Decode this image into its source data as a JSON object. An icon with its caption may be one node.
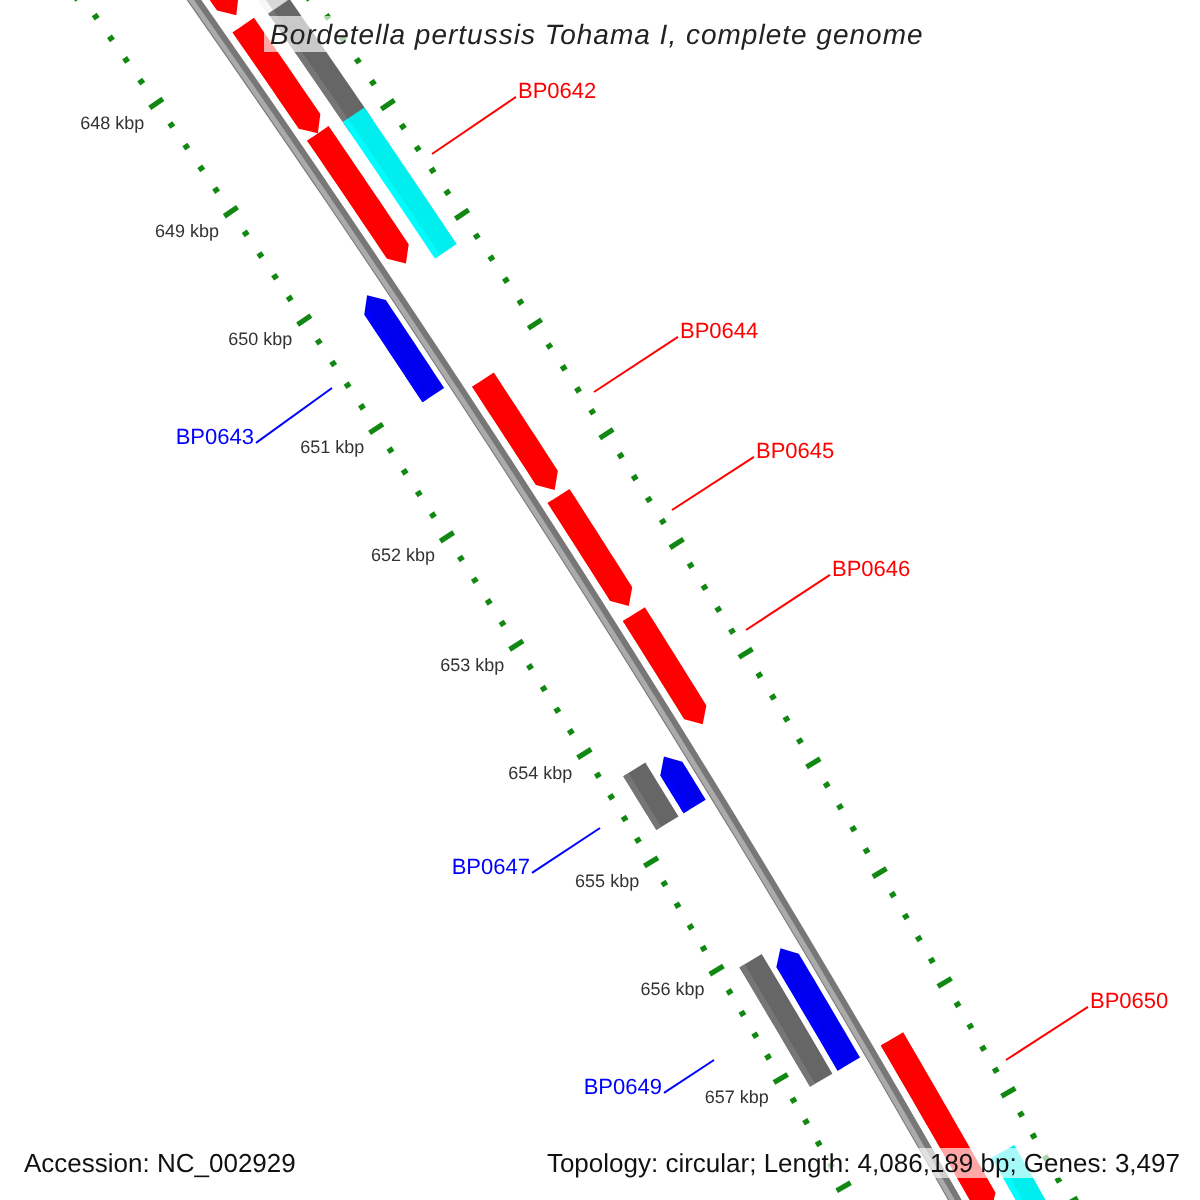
{
  "diagram": {
    "title": "Bordetella pertussis Tohama I, complete genome",
    "nodes": [
      {
        "text": [
          "BP0642"
        ]
      },
      {
        "text": [
          "BP0644"
        ]
      },
      {
        "text": [
          "BP0643"
        ]
      },
      {
        "text": [
          "BP0645"
        ]
      },
      {
        "text": [
          "BP0646"
        ]
      },
      {
        "text": [
          "BP0647"
        ]
      },
      {
        "text": [
          "BP0650"
        ]
      },
      {
        "text": [
          "BP0649"
        ]
      }
    ],
    "edges": [
      {
        "from": 0,
        "to": null,
        "arrow": "none"
      },
      {
        "from": 1,
        "to": null,
        "arrow": "none"
      },
      {
        "from": 2,
        "to": null,
        "arrow": "none",
        "color": "#0000ff"
      },
      {
        "from": 3,
        "to": null,
        "arrow": "none"
      },
      {
        "from": 4,
        "to": null,
        "arrow": "none"
      },
      {
        "from": 5,
        "to": null,
        "arrow": "none",
        "color": "#0000ff"
      },
      {
        "from": 6,
        "to": null,
        "arrow": "none"
      },
      {
        "from": 7,
        "to": null,
        "arrow": "none",
        "color": "#0000ff"
      }
    ],
    "labels": [
      "648 kbp",
      "649 kbp",
      "650 kbp",
      "651 kbp",
      "652 kbp",
      "653 kbp",
      "654 kbp",
      "655 kbp",
      "656 kbp",
      "657 kbp",
      "Accession: NC_002929",
      "Topology: circular; Length: 4,086,189 bp; Genes: 3,497"
    ]
  }
}
